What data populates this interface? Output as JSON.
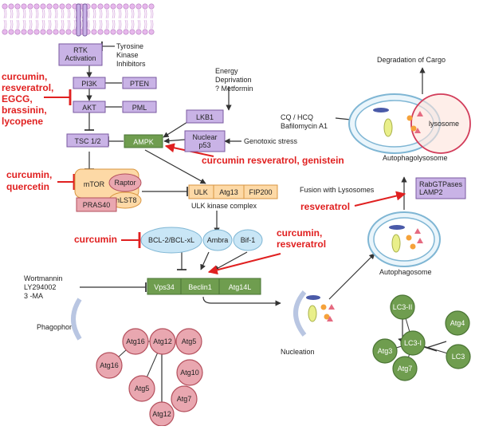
{
  "colors": {
    "purple": "#c9b3e6",
    "purple_border": "#7a5aa0",
    "orange": "#fdd9a6",
    "orange_border": "#d89540",
    "pink": "#e9a7b0",
    "pink_border": "#b44f5c",
    "green": "#6f9d4f",
    "green_border": "#4a7434",
    "light_blue": "#c9e6f6",
    "blue_border": "#7fb6d4",
    "red_text": "#e02020",
    "arrow_dark": "#333333"
  },
  "membrane": {
    "icon": "lipid-bilayer-icon"
  },
  "signaling": {
    "rtk": "RTK Activation",
    "tki": "Tyrosine Kinase Inhibitors",
    "pi3k": "PI3K",
    "pten": "PTEN",
    "akt": "AKT",
    "pml": "PML",
    "tsc": "TSC 1/2",
    "ampk": "AMPK",
    "lkb1": "LKB1",
    "p53": "Nuclear p53",
    "energy": "Energy Deprivation ? Metformin",
    "genotoxic": "Genotoxic stress",
    "mtor": "mTOR",
    "raptor": "Raptor",
    "mlst8": "mLST8",
    "pras40": "PRAS40",
    "ulk": "ULK",
    "atg13": "Atg13",
    "fip200": "FIP200",
    "ulk_complex": "ULK kinase complex",
    "bcl2": "BCL-2/BCL-xL",
    "ambra": "Ambra",
    "bif1": "Bif-1",
    "inhibitors": "Wortmannin LY294002 3 -MA",
    "vps34": "Vps34",
    "beclin1": "Beclin1",
    "atg14l": "Atg14L"
  },
  "naturals": {
    "pi3k_block": "curcumin, resveratrol, EGCG, brassinin, lycopene",
    "ampk_activators": "curcumin resveratrol, genistein",
    "mtor_block": "curcumin, quercetin",
    "bcl2_block": "curcumin",
    "beclin_activators": "curcumin, resveratrol",
    "fusion_activator": "resveratrol"
  },
  "autophagy": {
    "phagophore": "Phagophore",
    "nucleation": "Nucleation",
    "autophagosome": "Autophagosome",
    "fusion": "Fusion with Lysosomes",
    "rabgtpases": "RabGTPases LAMP2",
    "autophagolysosome": "Autophagolysosome",
    "lysosome": "lysosome",
    "cq": "CQ / HCQ Bafilomycin A1",
    "degradation": "Degradation of Cargo"
  },
  "atg_cluster": {
    "atg16_a": "Atg16",
    "atg12_a": "Atg12",
    "atg5_a": "Atg5",
    "atg16_b": "Atg16",
    "atg10": "Atg10",
    "atg5_b": "Atg5",
    "atg7": "Atg7",
    "atg12_b": "Atg12"
  },
  "lc3_cluster": {
    "lc3_ii": "LC3-II",
    "lc3_i": "LC3-I",
    "atg4": "Atg4",
    "atg3": "Atg3",
    "atg7": "Atg7",
    "lc3": "LC3"
  }
}
